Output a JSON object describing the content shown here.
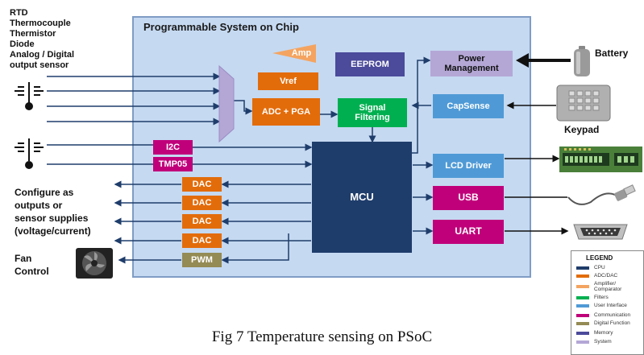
{
  "chip_title": "Programmable System on Chip",
  "sensor_list": "RTD\nThermocouple\nThermistor\nDiode\nAnalog / Digital\noutput sensor",
  "configure_text": "Configure as\noutputs or\nsensor supplies\n(voltage/current)",
  "fan_text": "Fan\nControl",
  "battery_label": "Battery",
  "keypad_label": "Keypad",
  "blocks": {
    "amp": "Amp",
    "eeprom": "EEPROM",
    "vref": "Vref",
    "adc": "ADC + PGA",
    "signal_filtering": "Signal\nFiltering",
    "i2c": "I2C",
    "tmp05": "TMP05",
    "mcu": "MCU",
    "dac": [
      "DAC",
      "DAC",
      "DAC",
      "DAC"
    ],
    "pwm": "PWM",
    "power_management": "Power\nManagement",
    "capsense": "CapSense",
    "lcd_driver": "LCD Driver",
    "usb": "USB",
    "uart": "UART"
  },
  "legend": {
    "title": "LEGEND",
    "items": [
      {
        "label": "CPU",
        "color": "#1f3d6b"
      },
      {
        "label": "ADC/DAC",
        "color": "#e36c0a"
      },
      {
        "label": "Amplifier/\nComparator",
        "color": "#f4a460"
      },
      {
        "label": "Filters",
        "color": "#00b050"
      },
      {
        "label": "User Interface",
        "color": "#4f9ad6"
      },
      {
        "label": "Communication",
        "color": "#c0007a"
      },
      {
        "label": "Digital Function",
        "color": "#948a54"
      },
      {
        "label": "Memory",
        "color": "#4b4a9b"
      },
      {
        "label": "System",
        "color": "#b4a7d6"
      }
    ]
  },
  "caption": "Fig 7 Temperature sensing on PSoC"
}
